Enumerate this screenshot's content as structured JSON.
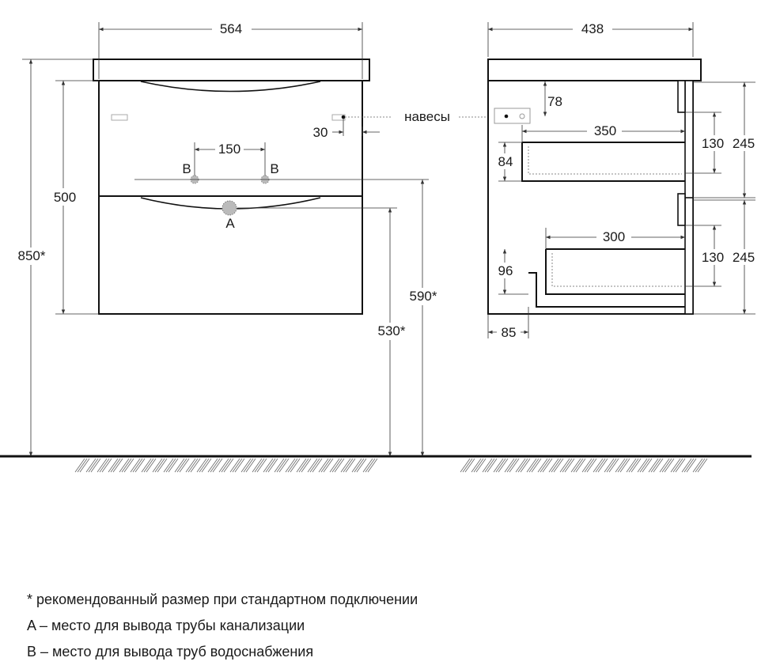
{
  "front_view": {
    "width": "564",
    "height_total": "850*",
    "height_body": "500",
    "hole_spacing": "150",
    "hinge_offset": "30",
    "hinge_label": "навесы",
    "marker_b_left": "B",
    "marker_b_right": "B",
    "marker_a": "A",
    "pipe_b_height": "590*",
    "pipe_a_height": "530*"
  },
  "side_view": {
    "depth": "438",
    "dim_78": "78",
    "dim_350": "350",
    "dim_84": "84",
    "dim_130_top": "130",
    "dim_245_top": "245",
    "dim_300": "300",
    "dim_96": "96",
    "dim_130_bottom": "130",
    "dim_245_bottom": "245",
    "dim_85": "85"
  },
  "notes": {
    "line1": "* рекомендованный размер при стандартном подключении",
    "line2": "A – место для вывода трубы канализации",
    "line3": "B – место для вывода труб водоснабжения"
  }
}
